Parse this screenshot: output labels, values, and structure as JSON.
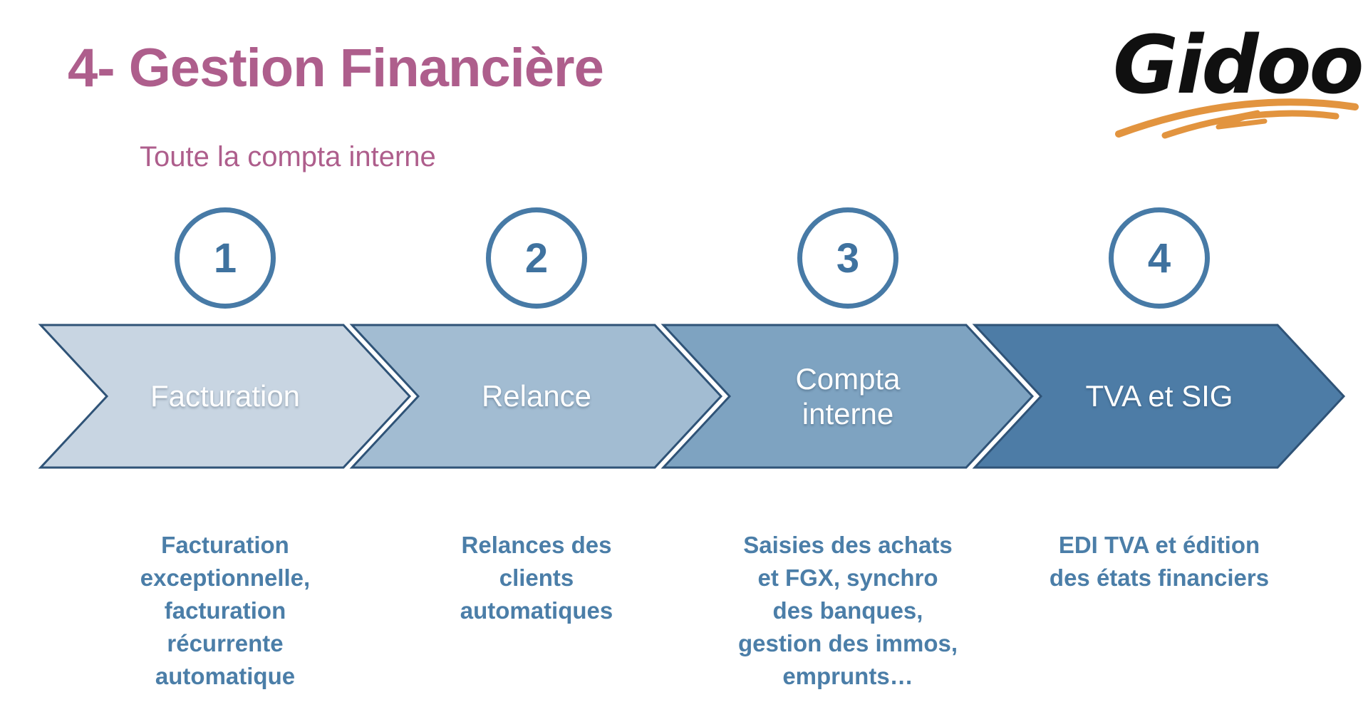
{
  "slide": {
    "title": "4- Gestion Financière",
    "subtitle": "Toute la compta interne",
    "title_color": "#ae5e8c"
  },
  "logo": {
    "text": "Gidoo",
    "text_color": "#101010",
    "swoosh_color": "#e2943f"
  },
  "steps": [
    {
      "number": "1",
      "label": "Facturation",
      "description": "Facturation\nexceptionnelle,\nfacturation\nrécurrente\nautomatique",
      "arrow_color": "#c8d5e2"
    },
    {
      "number": "2",
      "label": "Relance",
      "description": "Relances des\nclients\nautomatiques",
      "arrow_color": "#a2bcd2"
    },
    {
      "number": "3",
      "label": "Compta\ninterne",
      "description": "Saisies des achats\net FGX, synchro\ndes banques,\ngestion des immos,\nemprunts…",
      "arrow_color": "#7ea3c1"
    },
    {
      "number": "4",
      "label": "TVA et SIG",
      "description": "EDI TVA et édition\ndes états financiers",
      "arrow_color": "#4d7ca6"
    }
  ],
  "colors": {
    "arrow_border": "#2f5377",
    "circle_stroke": "#477aa6",
    "circle_number": "#3f729f",
    "description_text": "#4b7ea8",
    "arrow_label_text": "#ffffff"
  }
}
